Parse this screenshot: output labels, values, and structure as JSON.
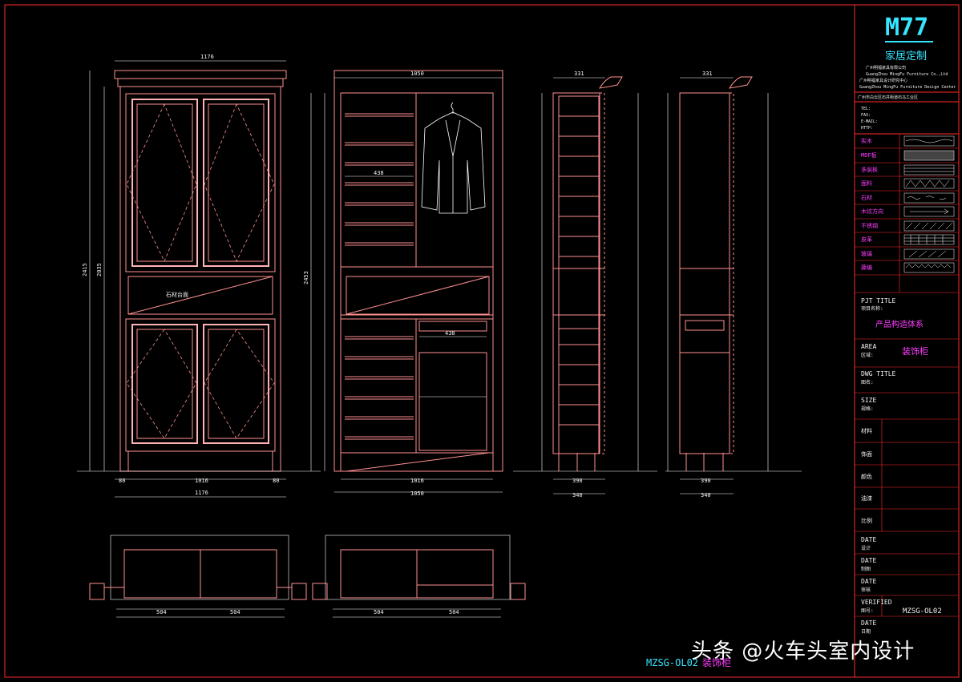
{
  "colors": {
    "background": "#000000",
    "frame": "#ff2a2a",
    "cabinet": "#ff8f8f",
    "panel_fill": "#ffb3b3",
    "dimension": "#ffffff",
    "accent_cyan": "#36e6ff",
    "accent_magenta": "#ff3cff"
  },
  "title_block": {
    "logo": "M77",
    "brand": "家居定制",
    "company_lines": [
      "广州明福家具有限公司",
      "GuangZhou MingFu Furniture Co.,Ltd",
      "广州明福家具设计研究中心",
      "GuangZhou MingFu Furniture Design Center"
    ],
    "contact_header": "广州市白云区石井街道石马工业区",
    "contact": [
      "TEL:",
      "FAX:",
      "E-MAIL:",
      "HTTP:"
    ],
    "materials": [
      {
        "label": "实木",
        "icon": "wood-grain-swatch"
      },
      {
        "label": "MDF板",
        "icon": "mdf-swatch"
      },
      {
        "label": "多层板",
        "icon": "plywood-swatch"
      },
      {
        "label": "面料",
        "icon": "fabric-swatch"
      },
      {
        "label": "石材",
        "icon": "stone-swatch"
      },
      {
        "label": "木纹方向",
        "icon": "grain-arrow-swatch"
      },
      {
        "label": "不锈钢",
        "icon": "steel-swatch"
      },
      {
        "label": "皮革",
        "icon": "leather-swatch"
      },
      {
        "label": "玻璃",
        "icon": "glass-swatch"
      },
      {
        "label": "藤编",
        "icon": "rattan-swatch"
      }
    ],
    "fields": [
      {
        "en": "PJT TITLE",
        "cn": "项目名称:",
        "value": "产品构造体系"
      },
      {
        "en": "AREA",
        "cn": "区域:",
        "value": "装饰柜"
      },
      {
        "en": "DWG TITLE",
        "cn": "图名:",
        "value": ""
      },
      {
        "en": "SIZE",
        "cn": "规格:",
        "value": ""
      }
    ],
    "spec_rows": [
      "材料",
      "饰面",
      "颜色",
      "油漆",
      "比例"
    ],
    "dates": [
      {
        "en": "DATE",
        "cn": "设计"
      },
      {
        "en": "DATE",
        "cn": "制图"
      },
      {
        "en": "DATE",
        "cn": "审核"
      }
    ],
    "verified": {
      "en": "VERIFIED",
      "cn": "图号:",
      "value": "MZSG-OL02"
    },
    "last_date": {
      "en": "DATE",
      "cn": "日期"
    }
  },
  "drawing": {
    "front_dims": {
      "overall_width": "1176",
      "inner_width": "1016",
      "side_margin": "80",
      "height": "2415",
      "inner_height": "2035"
    },
    "inner_dims": {
      "overall_width": "1050",
      "inner_width": "1016",
      "height": "2453",
      "section": "438"
    },
    "side_dims": {
      "depth": "331",
      "inner": "390",
      "base_depth": "340"
    },
    "plan_dims": {
      "left": "504",
      "right": "504"
    },
    "label_stone": "石材台面"
  },
  "footer": {
    "watermark": "头条 @火车头室内设计",
    "code": "MZSG-OL02",
    "name": "装饰柜"
  }
}
